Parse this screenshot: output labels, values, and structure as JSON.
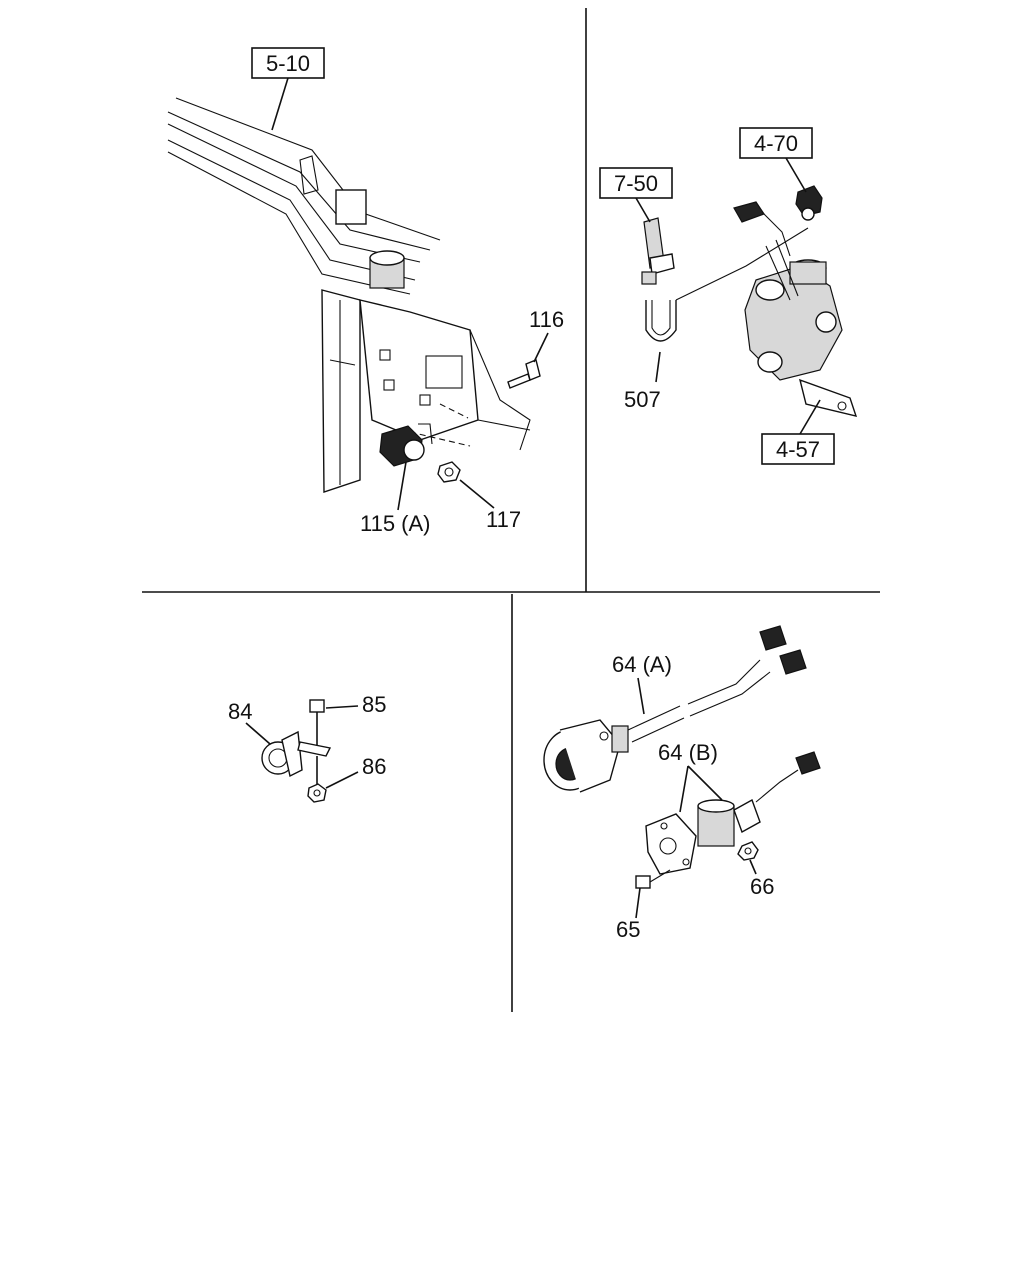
{
  "top_left": {
    "ref_box": "5-10",
    "labels": {
      "p116": "116",
      "p115": "115 (A)",
      "p117": "117"
    }
  },
  "top_right": {
    "ref_boxes": {
      "r470": "4-70",
      "r750": "7-50",
      "r457": "4-57"
    },
    "labels": {
      "p507": "507"
    }
  },
  "bottom_left": {
    "labels": {
      "p84": "84",
      "p85": "85",
      "p86": "86"
    }
  },
  "bottom_right": {
    "labels": {
      "p64a": "64 (A)",
      "p64b": "64 (B)",
      "p65": "65",
      "p66": "66"
    }
  }
}
